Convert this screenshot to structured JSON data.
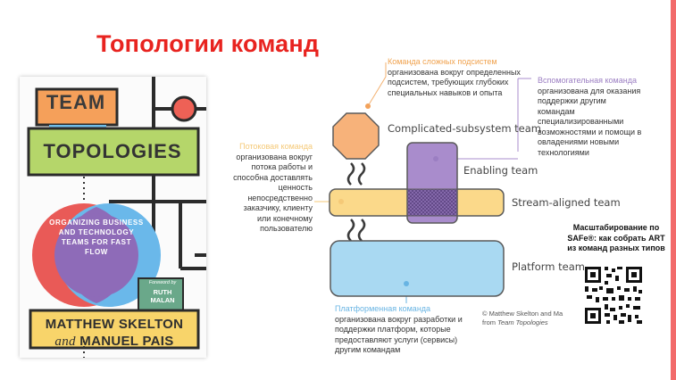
{
  "slide": {
    "title": "Топологии команд"
  },
  "book": {
    "title_line1": "TEAM",
    "title_line2": "TOPOLOGIES",
    "subtitle": "ORGANIZING BUSINESS AND TECHNOLOGY TEAMS FOR FAST FLOW",
    "foreword_label": "Foreword by",
    "foreword_name": "RUTH MALAN",
    "author1": "MATTHEW SKELTON",
    "author2_and": "and",
    "author2": "MANUEL PAIS"
  },
  "diagram": {
    "complicated": {
      "heading": "Команда сложных подсистем",
      "desc": "организована вокруг определенных подсистем, требующих глубоких специальных навыков и опыта",
      "team_label": "Complicated-subsystem team"
    },
    "enabling": {
      "heading": "Вспомогательная команда",
      "desc": "организована для оказания поддержки другим командам специализированными возможностями и помощи в овладениями новыми технологиями",
      "team_label": "Enabling team"
    },
    "stream": {
      "heading": "Потоковая команда",
      "desc": "организована вокруг потока работы и способна доставлять ценность непосредственно заказчику, клиенту или конечному пользователю",
      "team_label": "Stream-aligned team"
    },
    "platform": {
      "heading": "Платформенная команда",
      "desc": "организована вокруг разработки и поддержки платформ, которые предоставляют услуги (сервисы) другим командам",
      "team_label": "Platform team"
    },
    "copyright_line1": "© Matthew Skelton and Ma",
    "copyright_line2_prefix": "from",
    "copyright_line2_title": "Team Topologies"
  },
  "callout": {
    "text": "Масштабирование по SAFe®: как собрать ART из команд разных типов"
  },
  "colors": {
    "title_red": "#e8231f",
    "orange": "#f7b27a",
    "purple": "#a98ccc",
    "yellow": "#fbd98a",
    "blue": "#a9d9f2"
  }
}
